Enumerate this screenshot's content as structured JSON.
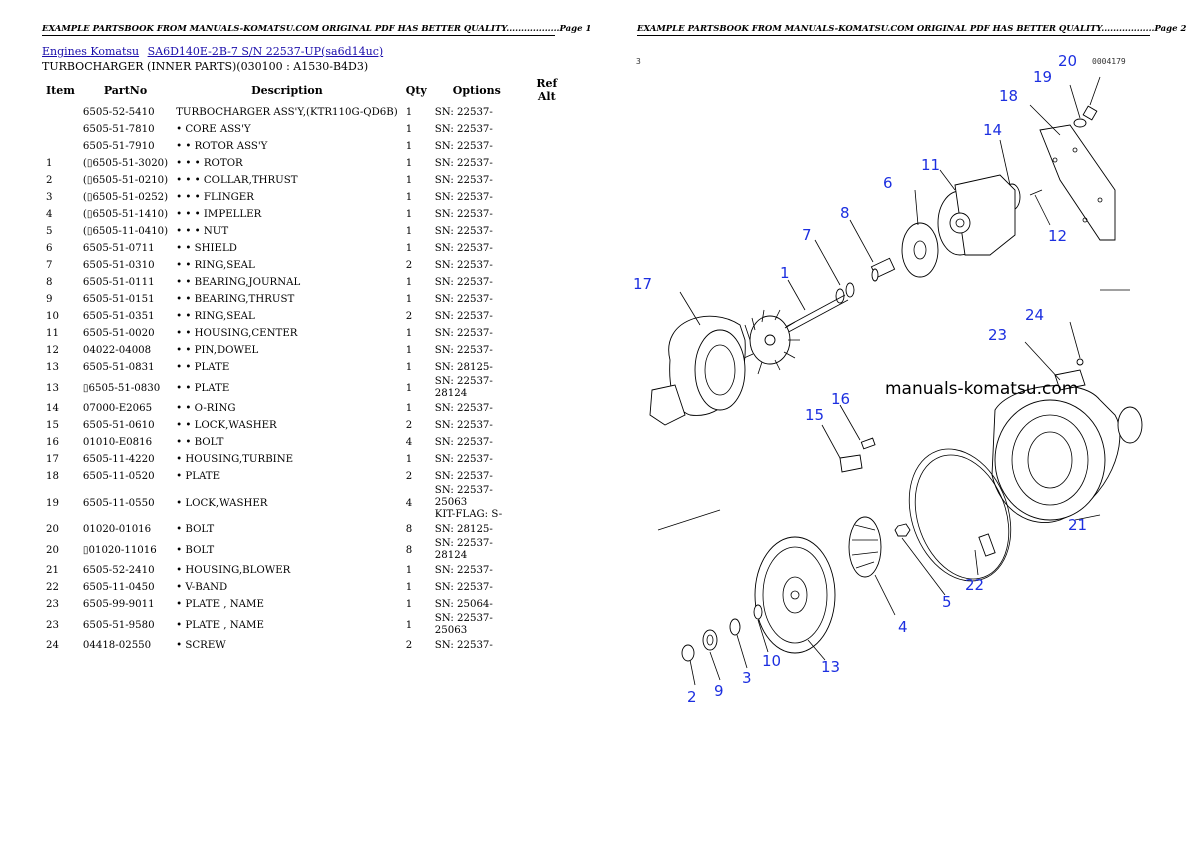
{
  "pages": [
    {
      "header": "EXAMPLE PARTSBOOK FROM MANUALS-KOMATSU.COM ORIGINAL PDF HAS BETTER QUALITY..................Page 1"
    },
    {
      "header": "EXAMPLE PARTSBOOK FROM MANUALS-KOMATSU.COM ORIGINAL PDF HAS BETTER QUALITY..................Page 2"
    }
  ],
  "breadcrumb": {
    "link1": "Engines Komatsu",
    "link2": "SA6D140E-2B-7 S/N 22537-UP(sa6d14uc)"
  },
  "subtitle": "TURBOCHARGER (INNER PARTS)(030100 : A1530-B4D3)",
  "columns": {
    "item": "Item",
    "partno": "PartNo",
    "desc": "Description",
    "qty": "Qty",
    "options": "Options",
    "refalt": "Ref Alt"
  },
  "rows": [
    {
      "item": "",
      "pn": "6505-52-5410",
      "desc": "TURBOCHARGER ASS'Y,(KTR110G-QD6B)",
      "qty": "1",
      "opt": "SN: 22537-"
    },
    {
      "item": "",
      "pn": "6505-51-7810",
      "desc": "• CORE ASS'Y",
      "qty": "1",
      "opt": "SN: 22537-"
    },
    {
      "item": "",
      "pn": "6505-51-7910",
      "desc": "• • ROTOR ASS'Y",
      "qty": "1",
      "opt": "SN: 22537-"
    },
    {
      "item": "1",
      "pn": "(▯6505-51-3020)",
      "desc": "• • • ROTOR",
      "qty": "1",
      "opt": "SN: 22537-"
    },
    {
      "item": "2",
      "pn": "(▯6505-51-0210)",
      "desc": "• • • COLLAR,THRUST",
      "qty": "1",
      "opt": "SN: 22537-"
    },
    {
      "item": "3",
      "pn": "(▯6505-51-0252)",
      "desc": "• • • FLINGER",
      "qty": "1",
      "opt": "SN: 22537-"
    },
    {
      "item": "4",
      "pn": "(▯6505-51-1410)",
      "desc": "• • • IMPELLER",
      "qty": "1",
      "opt": "SN: 22537-"
    },
    {
      "item": "5",
      "pn": "(▯6505-11-0410)",
      "desc": "• • • NUT",
      "qty": "1",
      "opt": "SN: 22537-"
    },
    {
      "item": "6",
      "pn": "6505-51-0711",
      "desc": "• • SHIELD",
      "qty": "1",
      "opt": "SN: 22537-"
    },
    {
      "item": "7",
      "pn": "6505-51-0310",
      "desc": "• • RING,SEAL",
      "qty": "2",
      "opt": "SN: 22537-"
    },
    {
      "item": "8",
      "pn": "6505-51-0111",
      "desc": "• • BEARING,JOURNAL",
      "qty": "1",
      "opt": "SN: 22537-"
    },
    {
      "item": "9",
      "pn": "6505-51-0151",
      "desc": "• • BEARING,THRUST",
      "qty": "1",
      "opt": "SN: 22537-"
    },
    {
      "item": "10",
      "pn": "6505-51-0351",
      "desc": "• • RING,SEAL",
      "qty": "2",
      "opt": "SN: 22537-"
    },
    {
      "item": "11",
      "pn": "6505-51-0020",
      "desc": "• • HOUSING,CENTER",
      "qty": "1",
      "opt": "SN: 22537-"
    },
    {
      "item": "12",
      "pn": "04022-04008",
      "desc": "• • PIN,DOWEL",
      "qty": "1",
      "opt": "SN: 22537-"
    },
    {
      "item": "13",
      "pn": "6505-51-0831",
      "desc": "• • PLATE",
      "qty": "1",
      "opt": "SN: 28125-"
    },
    {
      "item": "13",
      "pn": "▯6505-51-0830",
      "desc": "• • PLATE",
      "qty": "1",
      "opt": "SN: 22537-28124"
    },
    {
      "item": "14",
      "pn": "07000-E2065",
      "desc": "• • O-RING",
      "qty": "1",
      "opt": "SN: 22537-"
    },
    {
      "item": "15",
      "pn": "6505-51-0610",
      "desc": "• • LOCK,WASHER",
      "qty": "2",
      "opt": "SN: 22537-"
    },
    {
      "item": "16",
      "pn": "01010-E0816",
      "desc": "• • BOLT",
      "qty": "4",
      "opt": "SN: 22537-"
    },
    {
      "item": "17",
      "pn": "6505-11-4220",
      "desc": "• HOUSING,TURBINE",
      "qty": "1",
      "opt": "SN: 22537-"
    },
    {
      "item": "18",
      "pn": "6505-11-0520",
      "desc": "• PLATE",
      "qty": "2",
      "opt": "SN: 22537-"
    },
    {
      "item": "19",
      "pn": "6505-11-0550",
      "desc": "• LOCK,WASHER",
      "qty": "4",
      "opt": "SN: 22537-25063\nKIT-FLAG: S-"
    },
    {
      "item": "20",
      "pn": "01020-01016",
      "desc": "• BOLT",
      "qty": "8",
      "opt": "SN: 28125-"
    },
    {
      "item": "20",
      "pn": "▯01020-11016",
      "desc": "• BOLT",
      "qty": "8",
      "opt": "SN: 22537-28124"
    },
    {
      "item": "21",
      "pn": "6505-52-2410",
      "desc": "• HOUSING,BLOWER",
      "qty": "1",
      "opt": "SN: 22537-"
    },
    {
      "item": "22",
      "pn": "6505-11-0450",
      "desc": "• V-BAND",
      "qty": "1",
      "opt": "SN: 22537-"
    },
    {
      "item": "23",
      "pn": "6505-99-9011",
      "desc": "• PLATE , NAME",
      "qty": "1",
      "opt": "SN: 25064-"
    },
    {
      "item": "23",
      "pn": "6505-51-9580",
      "desc": "• PLATE , NAME",
      "qty": "1",
      "opt": "SN: 22537-25063"
    },
    {
      "item": "24",
      "pn": "04418-02550",
      "desc": "• SCREW",
      "qty": "2",
      "opt": "SN: 22537-"
    }
  ],
  "diagram": {
    "watermark": "manuals-komatsu.com",
    "corner_mark": "3",
    "code": "0004179",
    "callouts": [
      "1",
      "2",
      "3",
      "4",
      "5",
      "6",
      "7",
      "8",
      "9",
      "10",
      "11",
      "12",
      "13",
      "14",
      "15",
      "16",
      "17",
      "18",
      "19",
      "20",
      "21",
      "22",
      "23",
      "24"
    ]
  }
}
